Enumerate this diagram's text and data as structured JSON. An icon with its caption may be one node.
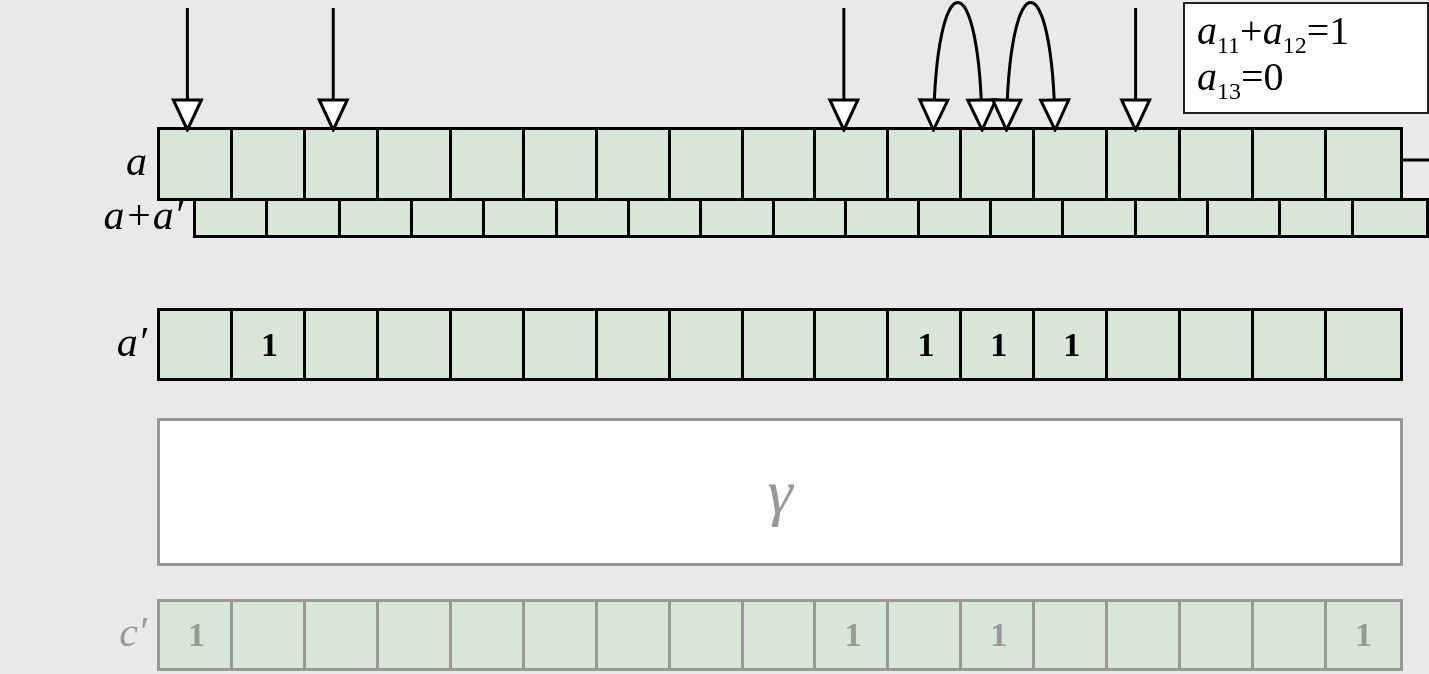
{
  "diagram": {
    "nodes": [
      {
        "text": [
          "*a*$_{11}$+*a*$_{12}$=1",
          "*a*$_{13}$=0"
        ]
      },
      {
        "text": [],
        "shape": "bar",
        "beside": [
          "a"
        ]
      },
      {
        "text": [],
        "shape": "box",
        "in": 1
      },
      {
        "text": [],
        "shape": "box",
        "in": 1
      },
      {
        "text": [],
        "shape": "box",
        "in": 1
      },
      {
        "text": [],
        "shape": "box",
        "in": 1
      },
      {
        "text": [],
        "shape": "box",
        "in": 1
      },
      {
        "text": [],
        "shape": "box",
        "in": 1
      },
      {
        "text": [],
        "shape": "box",
        "in": 1
      },
      {
        "text": [],
        "shape": "box",
        "in": 1
      },
      {
        "text": [],
        "shape": "box",
        "in": 1
      },
      {
        "text": [],
        "shape": "box",
        "in": 1
      },
      {
        "text": [],
        "shape": "box",
        "in": 1
      },
      {
        "text": [],
        "shape": "box",
        "in": 1
      },
      {
        "text": [],
        "shape": "box",
        "in": 1
      },
      {
        "text": [],
        "shape": "box",
        "in": 1
      },
      {
        "text": [],
        "shape": "box",
        "in": 1
      },
      {
        "text": [],
        "shape": "box",
        "in": 1
      },
      {
        "text": [],
        "shape": "box",
        "in": 1
      },
      {
        "text": [],
        "shape": "bar",
        "beside": [
          "a+a′"
        ]
      },
      {
        "text": [],
        "shape": "box",
        "in": 19
      },
      {
        "text": [],
        "shape": "box",
        "in": 19
      },
      {
        "text": [],
        "shape": "box",
        "in": 19
      },
      {
        "text": [],
        "shape": "box",
        "in": 19
      },
      {
        "text": [],
        "shape": "box",
        "in": 19
      },
      {
        "text": [],
        "shape": "box",
        "in": 19
      },
      {
        "text": [],
        "shape": "box",
        "in": 19
      },
      {
        "text": [],
        "shape": "box",
        "in": 19
      },
      {
        "text": [],
        "shape": "box",
        "in": 19
      },
      {
        "text": [],
        "shape": "box",
        "in": 19
      },
      {
        "text": [],
        "shape": "box",
        "in": 19
      },
      {
        "text": [],
        "shape": "box",
        "in": 19
      },
      {
        "text": [],
        "shape": "box",
        "in": 19
      },
      {
        "text": [],
        "shape": "box",
        "in": 19
      },
      {
        "text": [],
        "shape": "box",
        "in": 19
      },
      {
        "text": [],
        "shape": "box",
        "in": 19
      },
      {
        "text": [],
        "shape": "box",
        "in": 19
      },
      {
        "text": [],
        "shape": "bar",
        "beside": [
          "a′"
        ]
      },
      {
        "text": [],
        "shape": "box",
        "in": 37
      },
      {
        "text": [
          "1"
        ],
        "in": 37
      },
      {
        "text": [],
        "shape": "box",
        "in": 37
      },
      {
        "text": [],
        "shape": "box",
        "in": 37
      },
      {
        "text": [],
        "shape": "box",
        "in": 37
      },
      {
        "text": [],
        "shape": "box",
        "in": 37
      },
      {
        "text": [],
        "shape": "box",
        "in": 37
      },
      {
        "text": [],
        "shape": "box",
        "in": 37
      },
      {
        "text": [],
        "shape": "box",
        "in": 37
      },
      {
        "text": [],
        "shape": "box",
        "in": 37
      },
      {
        "text": [
          "1"
        ],
        "in": 37
      },
      {
        "text": [
          "1"
        ],
        "in": 37
      },
      {
        "text": [
          "1"
        ],
        "in": 37
      },
      {
        "text": [],
        "shape": "box",
        "in": 37
      },
      {
        "text": [],
        "shape": "box",
        "in": 37
      },
      {
        "text": [],
        "shape": "box",
        "in": 37
      },
      {
        "text": [],
        "shape": "box",
        "in": 37
      },
      {
        "text": [
          "γ"
        ]
      },
      {
        "text": [],
        "shape": "bar",
        "beside": [
          "c′"
        ]
      },
      {
        "text": [
          "1"
        ],
        "in": 56
      },
      {
        "text": [],
        "shape": "box",
        "in": 56
      },
      {
        "text": [],
        "shape": "box",
        "in": 56
      },
      {
        "text": [],
        "shape": "box",
        "in": 56
      },
      {
        "text": [],
        "shape": "box",
        "in": 56
      },
      {
        "text": [],
        "shape": "box",
        "in": 56
      },
      {
        "text": [],
        "shape": "box",
        "in": 56
      },
      {
        "text": [],
        "shape": "box",
        "in": 56
      },
      {
        "text": [],
        "shape": "box",
        "in": 56
      },
      {
        "text": [
          "1"
        ],
        "in": 56
      },
      {
        "text": [],
        "shape": "box",
        "in": 56
      },
      {
        "text": [
          "1"
        ],
        "in": 56
      },
      {
        "text": [],
        "shape": "box",
        "in": 56
      },
      {
        "text": [],
        "shape": "box",
        "in": 56
      },
      {
        "text": [],
        "shape": "box",
        "in": 56
      },
      {
        "text": [],
        "shape": "box",
        "in": 56
      },
      {
        "text": [
          "1"
        ],
        "in": 56
      }
    ],
    "edges": [
      {
        "from": null,
        "to": 2,
        "arrow": "to"
      },
      {
        "from": null,
        "to": 4,
        "arrow": "to"
      },
      {
        "from": null,
        "to": 11,
        "arrow": "to"
      },
      {
        "from": 12,
        "to": 13,
        "arrow": "both"
      },
      {
        "from": 13,
        "to": 14,
        "arrow": "both"
      },
      {
        "from": null,
        "to": 15,
        "arrow": "to"
      },
      {
        "from": 1,
        "to": null,
        "arrow": "none"
      }
    ]
  }
}
